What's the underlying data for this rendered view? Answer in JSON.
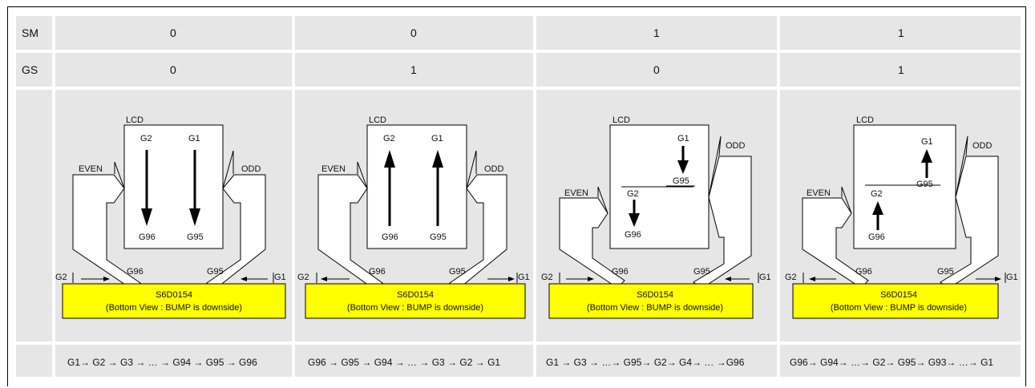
{
  "header": {
    "sm_label": "SM",
    "gs_label": "GS"
  },
  "panels": [
    {
      "sm": "0",
      "gs": "0",
      "lcd": "LCD",
      "even": "EVEN",
      "odd": "ODD",
      "chip_name": "S6D0154",
      "chip_note": "(Bottom View : BUMP is downside)",
      "g1": "G1",
      "g2": "G2",
      "g95": "G95",
      "g96": "G96",
      "in_g1": "G1",
      "in_g2": "G2",
      "in_g95": "G95",
      "in_g96": "G96",
      "sequence": "G1→ G2 → G3 → … → G94 → G95 → G96"
    },
    {
      "sm": "0",
      "gs": "1",
      "lcd": "LCD",
      "even": "EVEN",
      "odd": "ODD",
      "chip_name": "S6D0154",
      "chip_note": "(Bottom View : BUMP is downside)",
      "g1": "G1",
      "g2": "G2",
      "g95": "G95",
      "g96": "G96",
      "in_g1": "G1",
      "in_g2": "G2",
      "in_g95": "G95",
      "in_g96": "G96",
      "sequence": "G96 → G95 → G94 → … → G3 → G2 → G1"
    },
    {
      "sm": "1",
      "gs": "0",
      "lcd": "LCD",
      "even": "EVEN",
      "odd": "ODD",
      "chip_name": "S6D0154",
      "chip_note": "(Bottom View : BUMP is downside)",
      "g1": "G1",
      "g2": "G2",
      "g95": "G95",
      "g96": "G96",
      "in_g1": "G1",
      "in_g2": "G2",
      "in_g95": "G95",
      "in_g96": "G96",
      "sequence": "G1 → G3 → …→ G95→ G2→ G4→ … →G96"
    },
    {
      "sm": "1",
      "gs": "1",
      "lcd": "LCD",
      "even": "EVEN",
      "odd": "ODD",
      "chip_name": "S6D0154",
      "chip_note": "(Bottom View : BUMP is downside)",
      "g1": "G1",
      "g2": "G2",
      "g95": "G95",
      "g96": "G96",
      "in_g1": "G1",
      "in_g2": "G2",
      "in_g95": "G95",
      "in_g96": "G96",
      "sequence": "G96→ G94→ …→ G2→ G95→ G93→ …→ G1"
    }
  ],
  "colors": {
    "cell_bg": "#e6e6e6",
    "chip_fill": "#ffff00",
    "line": "#000000"
  }
}
